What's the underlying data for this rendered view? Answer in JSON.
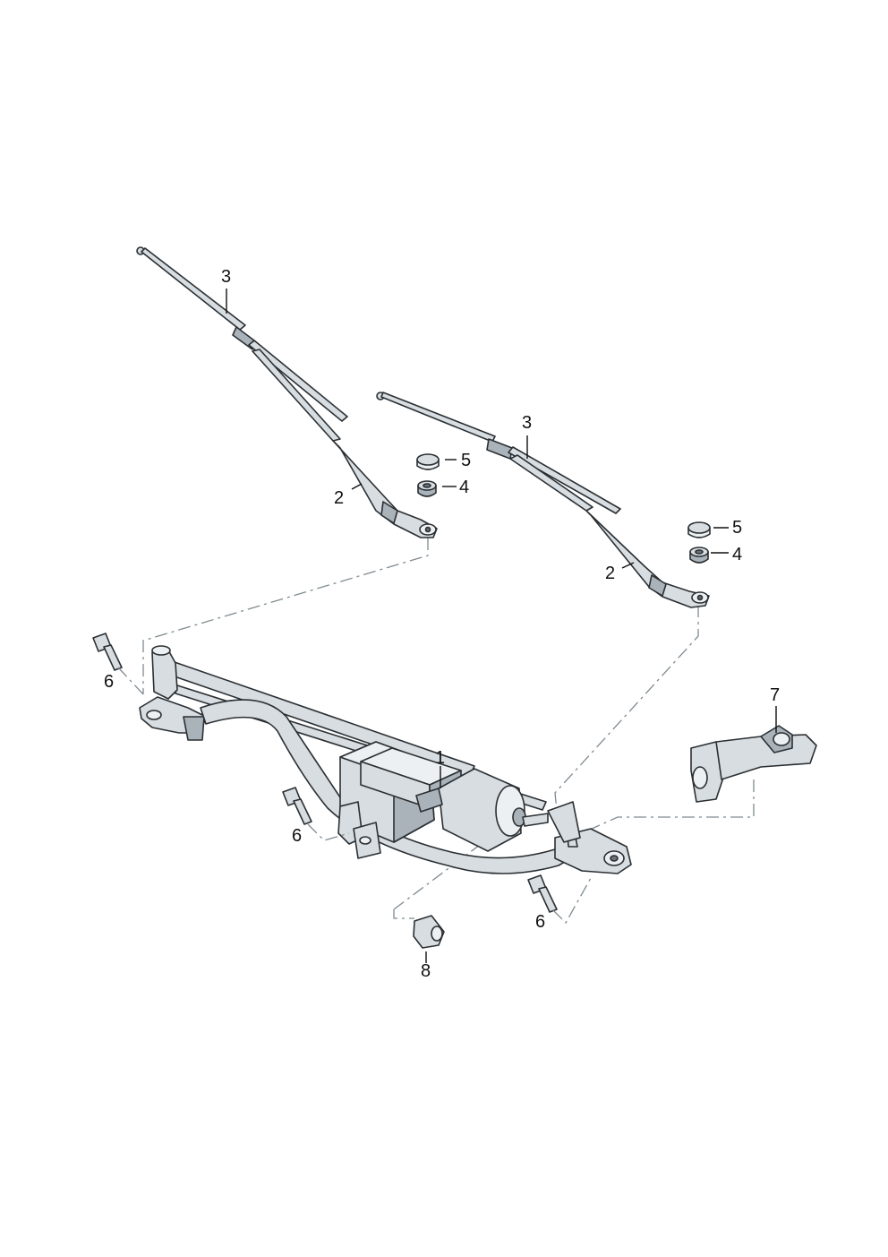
{
  "callouts": [
    {
      "id": "wiper-frame-with-motor",
      "text": "1"
    },
    {
      "id": "wiper-arm-left",
      "text": "2"
    },
    {
      "id": "wiper-arm-right",
      "text": "2"
    },
    {
      "id": "wiper-blade-left",
      "text": "3"
    },
    {
      "id": "wiper-blade-right",
      "text": "3"
    },
    {
      "id": "nut-left",
      "text": "4"
    },
    {
      "id": "nut-right",
      "text": "4"
    },
    {
      "id": "cap-left",
      "text": "5"
    },
    {
      "id": "cap-right",
      "text": "5"
    },
    {
      "id": "bolt-left",
      "text": "6"
    },
    {
      "id": "bolt-middle",
      "text": "6"
    },
    {
      "id": "bolt-right",
      "text": "6"
    },
    {
      "id": "bracket",
      "text": "7"
    },
    {
      "id": "rubber-bush",
      "text": "8"
    }
  ],
  "colors": {
    "line": "#2a2f33",
    "part_fill": "#d7dde1",
    "part_shade": "#aab3b9",
    "dash": "#7f8a90"
  }
}
